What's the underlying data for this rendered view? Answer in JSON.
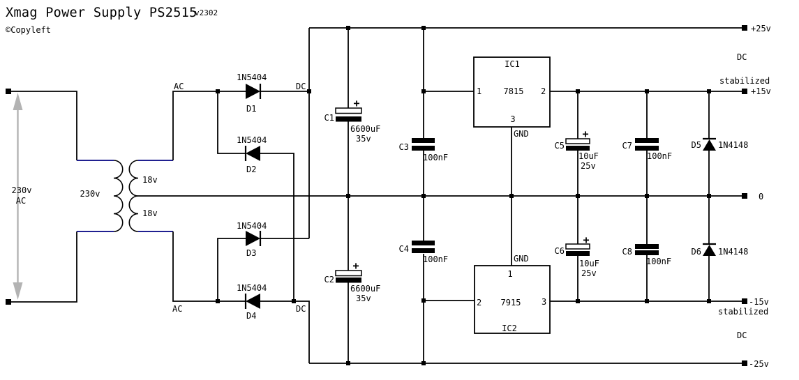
{
  "title": {
    "product": "Xmag Power Supply PS2515",
    "version": "v2302",
    "copyright": "©Copyleft"
  },
  "colors": {
    "wire": "#000000",
    "transformer_wire": "#000080",
    "arrow": "#b3b3b3",
    "background": "#ffffff",
    "text": "#000000"
  },
  "input": {
    "voltage": "230v",
    "current_type": "AC"
  },
  "transformer": {
    "primary": "230v",
    "secondary_top": "18v",
    "secondary_bottom": "18v",
    "ac_top": "AC",
    "ac_bottom": "AC"
  },
  "rectifier": {
    "dc_top": "DC",
    "dc_bottom": "DC",
    "d1": {
      "ref": "D1",
      "part": "1N5404"
    },
    "d2": {
      "ref": "D2",
      "part": "1N5404"
    },
    "d3": {
      "ref": "D3",
      "part": "1N5404"
    },
    "d4": {
      "ref": "D4",
      "part": "1N5404"
    }
  },
  "capacitors": {
    "c1": {
      "ref": "C1",
      "value": "6600uF",
      "rating": "35v",
      "plus": "+"
    },
    "c2": {
      "ref": "C2",
      "value": "6600uF",
      "rating": "35v",
      "plus": "+"
    },
    "c3": {
      "ref": "C3",
      "value": "100nF"
    },
    "c4": {
      "ref": "C4",
      "value": "100nF"
    },
    "c5": {
      "ref": "C5",
      "value": "10uF",
      "rating": "25v",
      "plus": "+"
    },
    "c6": {
      "ref": "C6",
      "value": "10uF",
      "rating": "25v",
      "plus": "+"
    },
    "c7": {
      "ref": "C7",
      "value": "100nF"
    },
    "c8": {
      "ref": "C8",
      "value": "100nF"
    }
  },
  "regulators": {
    "ic1": {
      "ref": "IC1",
      "part": "7815",
      "pin_in": "1",
      "pin_out": "2",
      "pin_gnd": "3",
      "gnd": "GND"
    },
    "ic2": {
      "ref": "IC2",
      "part": "7915",
      "pin_in": "2",
      "pin_out": "3",
      "pin_gnd": "1",
      "gnd": "GND"
    }
  },
  "protection": {
    "d5": {
      "ref": "D5",
      "part": "1N4148"
    },
    "d6": {
      "ref": "D6",
      "part": "1N4148"
    }
  },
  "outputs": {
    "pos25": {
      "label": "+25v",
      "note": "DC"
    },
    "pos15": {
      "label": "+15v",
      "note": "stabilized"
    },
    "zero": {
      "label": "0"
    },
    "neg15": {
      "label": "-15v",
      "note": "stabilized"
    },
    "neg25": {
      "label": "-25v",
      "note": "DC"
    }
  }
}
